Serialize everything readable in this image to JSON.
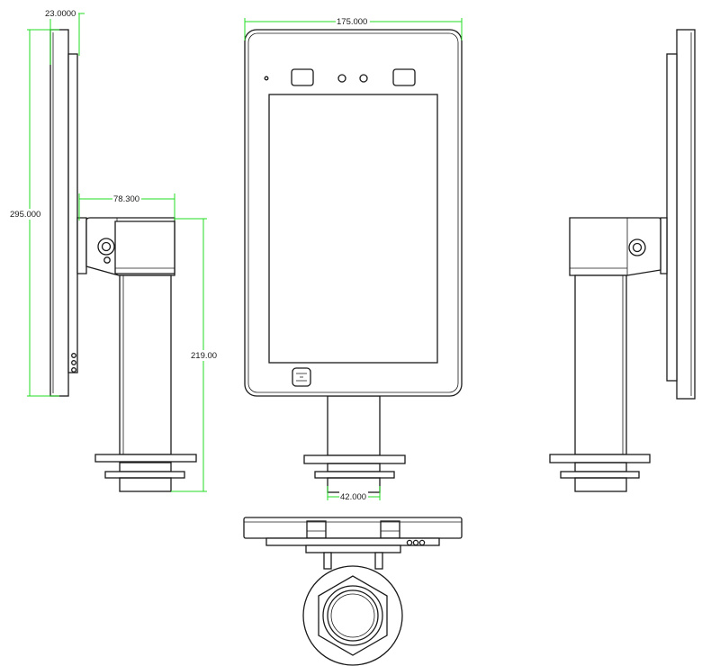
{
  "dimensions": {
    "side_thickness": "23.0000",
    "top_width": "175.000",
    "total_height": "295.000",
    "bracket_depth": "78.300",
    "stand_height": "219.00",
    "pole_diameter": "42.000"
  },
  "colors": {
    "dimension_line": "#22dd22",
    "outline": "#1a1a1a",
    "background": "#ffffff"
  }
}
